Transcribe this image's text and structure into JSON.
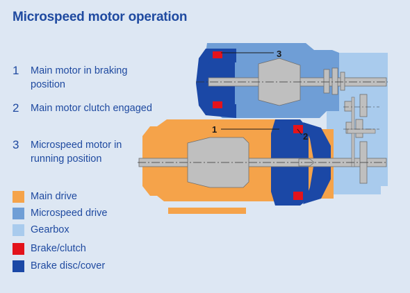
{
  "title": "Microspeed motor operation",
  "steps": [
    {
      "number": "1",
      "text": "Main motor in braking position"
    },
    {
      "number": "2",
      "text": "Main motor clutch engaged"
    },
    {
      "number": "3",
      "text": "Microspeed motor in running position"
    }
  ],
  "legend": [
    {
      "label": "Main drive",
      "color": "#f5a34a"
    },
    {
      "label": "Microspeed drive",
      "color": "#6f9ed6"
    },
    {
      "label": "Gearbox",
      "color": "#a9cbed"
    },
    {
      "label": "Brake/clutch",
      "color": "#e3131b"
    },
    {
      "label": "Brake disc/cover",
      "color": "#1b48a6"
    }
  ],
  "callouts": {
    "c1": "1",
    "c2": "2",
    "c3": "3"
  },
  "colors": {
    "shaft": "#bfbfbf",
    "outline": "#6e6e6e",
    "centerline": "#333333"
  }
}
